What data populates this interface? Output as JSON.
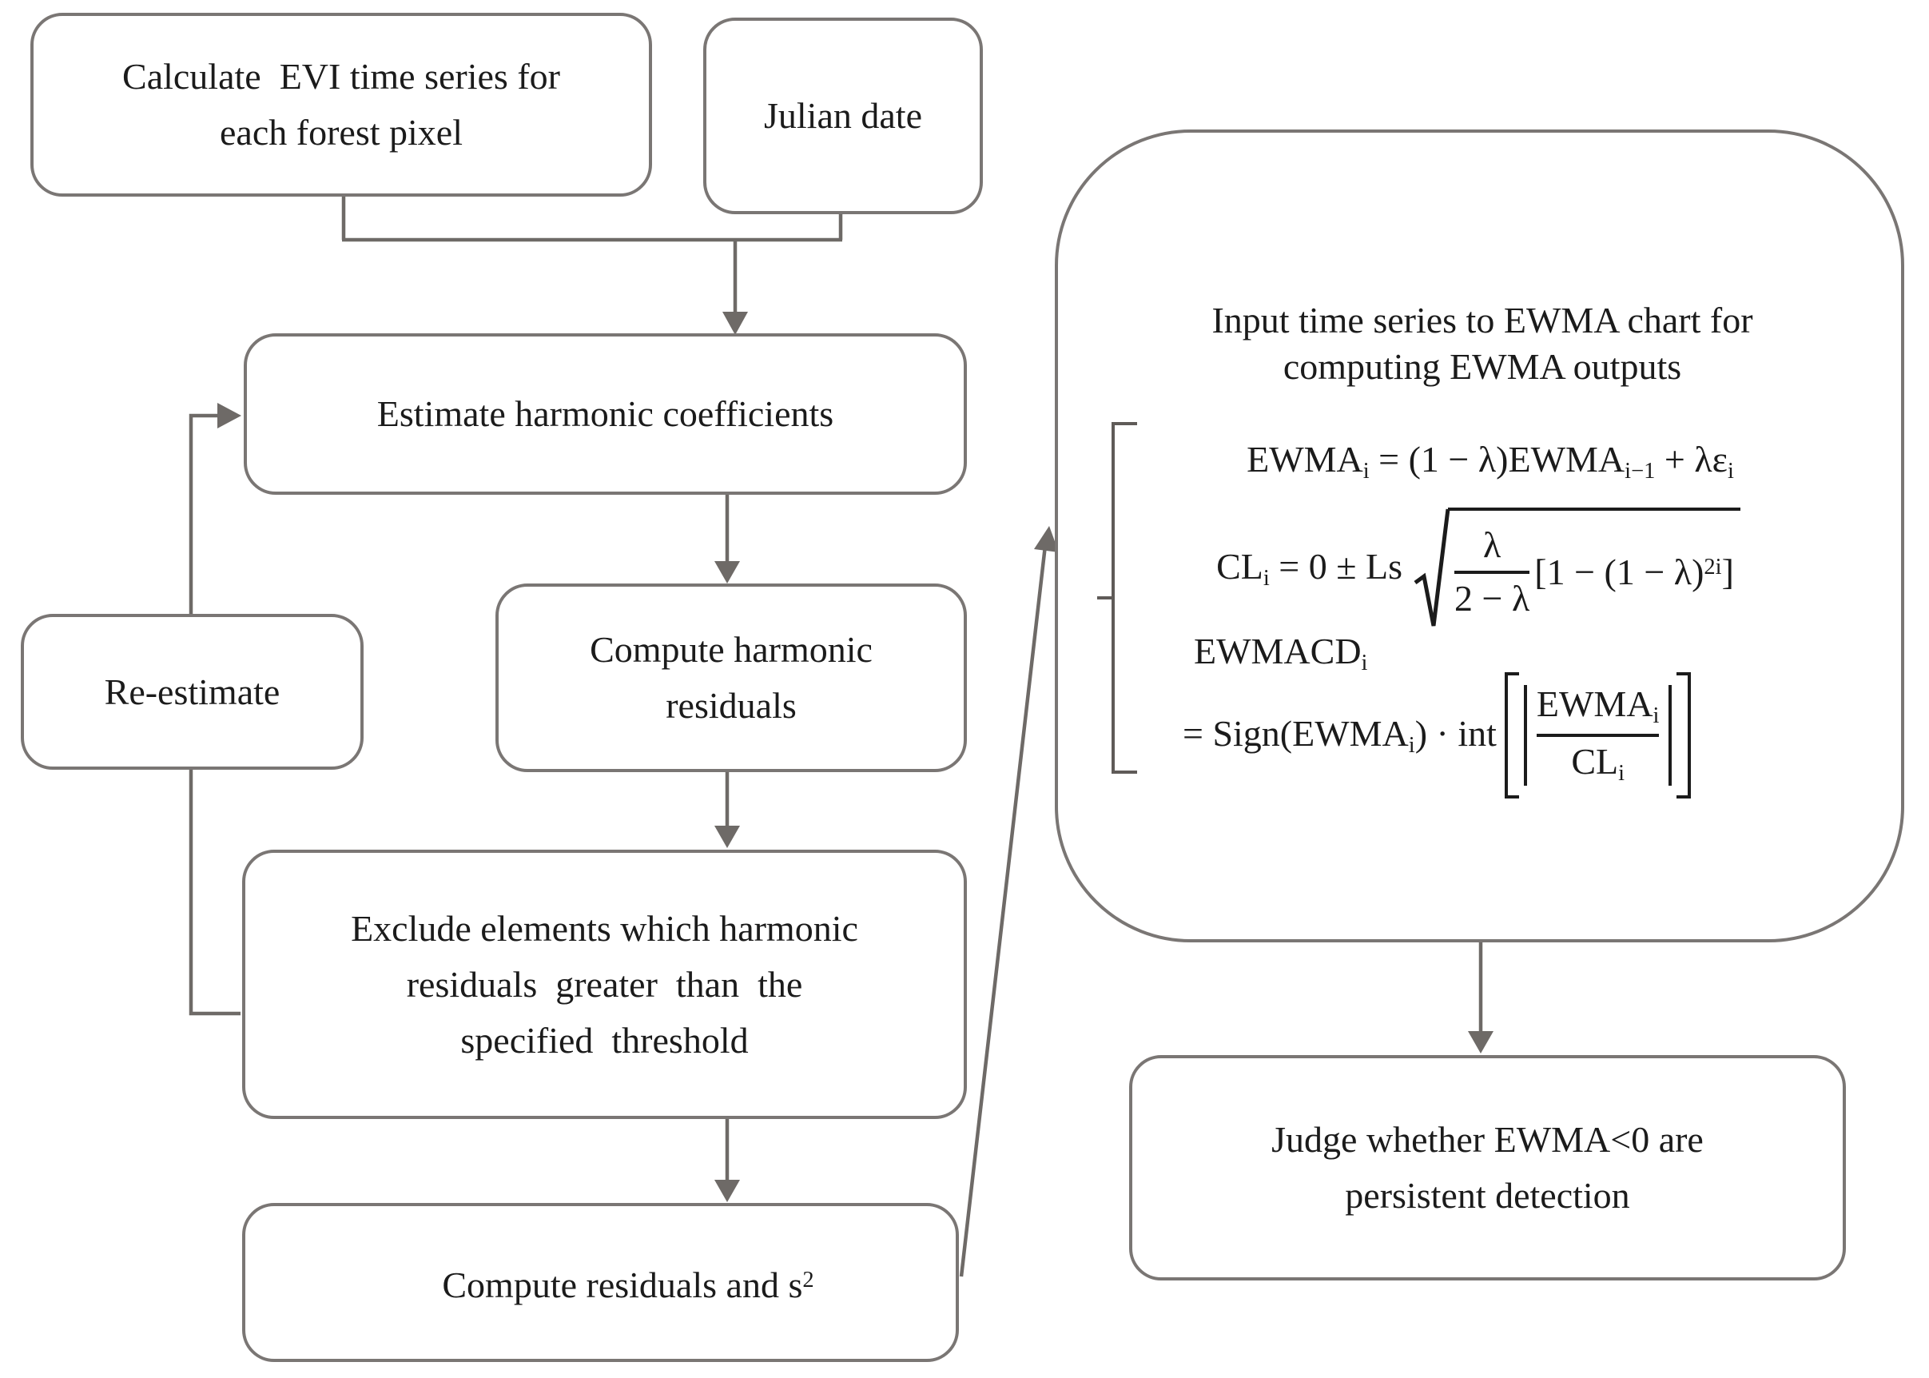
{
  "diagram": {
    "colors": {
      "line": "#6e6a67",
      "box_border": "#7a7674",
      "text": "#1b1b1b"
    },
    "boxes": {
      "calc_evi": {
        "lines": [
          "Calculate  EVI time series for",
          "each forest pixel"
        ]
      },
      "julian": {
        "label": "Julian date"
      },
      "estimate": {
        "label": "Estimate harmonic coefficients"
      },
      "compute_harmonic": {
        "lines": [
          "Compute harmonic",
          "residuals"
        ]
      },
      "re_estimate": {
        "label": "Re-estimate"
      },
      "exclude": {
        "lines": [
          "Exclude elements which harmonic",
          "residuals  greater  than  the",
          "specified  threshold"
        ]
      },
      "compute_residuals": {
        "pre": "Compute residuals and s",
        "sup": "2"
      },
      "judge": {
        "lines": [
          "Judge whether EWMA<0 are",
          "persistent detection"
        ]
      }
    },
    "ewma_panel": {
      "title_lines": [
        "Input time series to EWMA chart for",
        "computing  EWMA outputs"
      ],
      "eq1": {
        "t1": "EWMA",
        "s1": "i",
        "t2": " = (1 − λ)EWMA",
        "s2": "i−1",
        "t3": " + λε",
        "s3": "i"
      },
      "eq2": {
        "t1": "CL",
        "s1": "i",
        "t2": " = 0 ± Ls",
        "num": "λ",
        "den": "2 − λ",
        "t3": "[1 − (1 − λ)",
        "sup": "2i",
        "t4": "]"
      },
      "eq3": {
        "h1": "EWMACD",
        "hs": "i",
        "t1": "= Sign(EWMA",
        "s1": "i",
        "t2": ") · int",
        "fn": "EWMA",
        "fns": "i",
        "fd": "CL",
        "fds": "i"
      }
    }
  }
}
